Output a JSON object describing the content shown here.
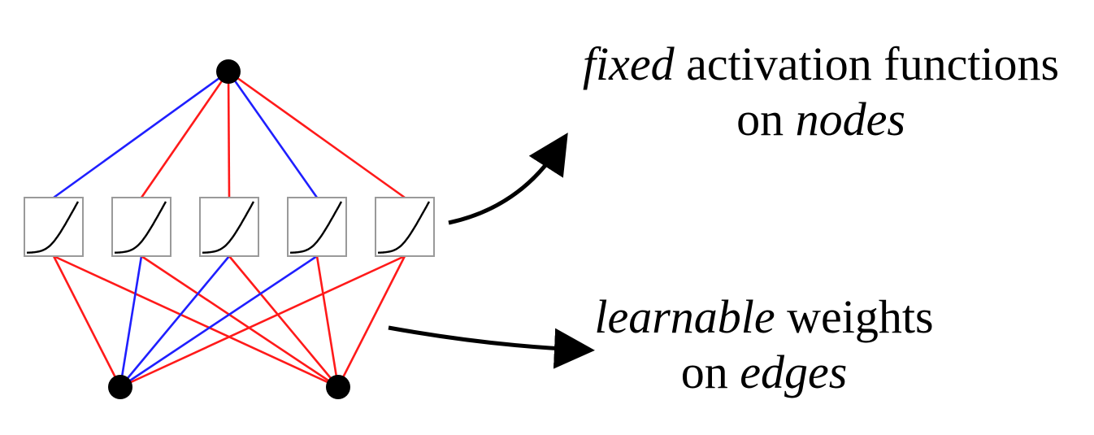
{
  "colors": {
    "positive_edge": "#ff1a1a",
    "negative_edge": "#1f1fff",
    "node": "#000000",
    "arrow": "#000000",
    "box_border": "#9a9a9a",
    "curve": "#000000"
  },
  "network": {
    "output_nodes": 1,
    "hidden_units": 5,
    "input_nodes": 2,
    "upper_edge_signs": [
      "negative",
      "positive",
      "positive",
      "negative",
      "positive"
    ],
    "lower_edge_signs": [
      [
        "positive",
        "positive"
      ],
      [
        "negative",
        "positive"
      ],
      [
        "negative",
        "positive"
      ],
      [
        "negative",
        "positive"
      ],
      [
        "positive",
        "positive"
      ]
    ],
    "unit_icon": "softplus-activation-icon"
  },
  "annotations": {
    "top": {
      "line1_italic": "fixed",
      "line1_rest": " activation functions",
      "line2_prefix": "on ",
      "line2_italic": "nodes"
    },
    "bottom": {
      "line1_italic": "learnable",
      "line1_rest": " weights",
      "line2_prefix": "on ",
      "line2_italic": "edges"
    }
  }
}
